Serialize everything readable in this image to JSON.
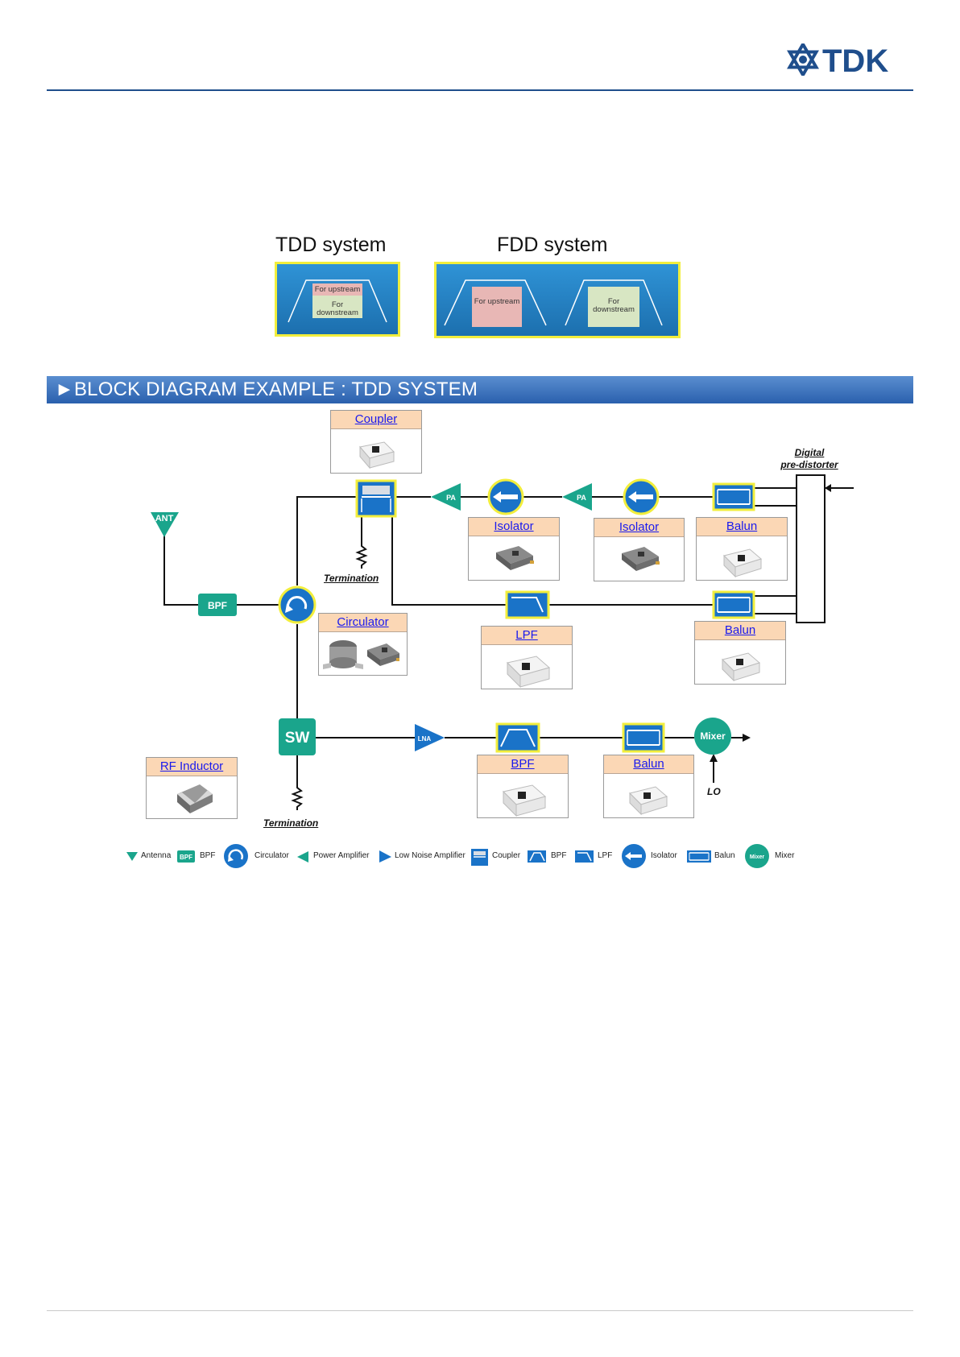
{
  "brand": {
    "name": "TDK"
  },
  "systems": {
    "tdd": {
      "title": "TDD system",
      "up": "For upstream",
      "down": "For downstream"
    },
    "fdd": {
      "title": "FDD system",
      "up": "For upstream",
      "down": "For downstream"
    }
  },
  "section_title": "►BLOCK DIAGRAM EXAMPLE : TDD SYSTEM",
  "diagram": {
    "blocks": {
      "ant": "ANT",
      "bpf": "BPF",
      "sw": "SW",
      "pa1": "PA",
      "pa2": "PA",
      "lna": "LNA",
      "mixer": "Mixer"
    },
    "cards": {
      "coupler": "Coupler",
      "isolator1": "Isolator",
      "isolator2": "Isolator",
      "balun1": "Balun",
      "circulator": "Circulator",
      "lpf": "LPF",
      "balun2": "Balun",
      "rf_inductor": "RF Inductor",
      "bpf_card": "BPF",
      "balun3": "Balun"
    },
    "labels": {
      "termination1": "Termination",
      "termination2": "Termination",
      "digital": "Digital",
      "predistorter": "pre-distorter",
      "lo": "LO"
    }
  },
  "legend": {
    "antenna": "Antenna",
    "bpf_icon": "BPF",
    "bpf": "BPF",
    "circulator": "Circulator",
    "pa": "Power Amplifier",
    "lna": "Low Noise Amplifier",
    "coupler": "Coupler",
    "bpf2": "BPF",
    "lpf": "LPF",
    "isolator": "Isolator",
    "balun": "Balun",
    "mixer_icon": "Mixer",
    "mixer": "Mixer"
  },
  "colors": {
    "accent_blue": "#1f4e8c",
    "banner": "#3a70b8",
    "component_blue": "#1a73c8",
    "highlight_yellow": "#f2ee3c",
    "teal": "#1aa58c",
    "card_label_bg": "#fbd7b5",
    "upstream_fill": "#e8b7b5",
    "downstream_fill": "#d8e6c3"
  }
}
